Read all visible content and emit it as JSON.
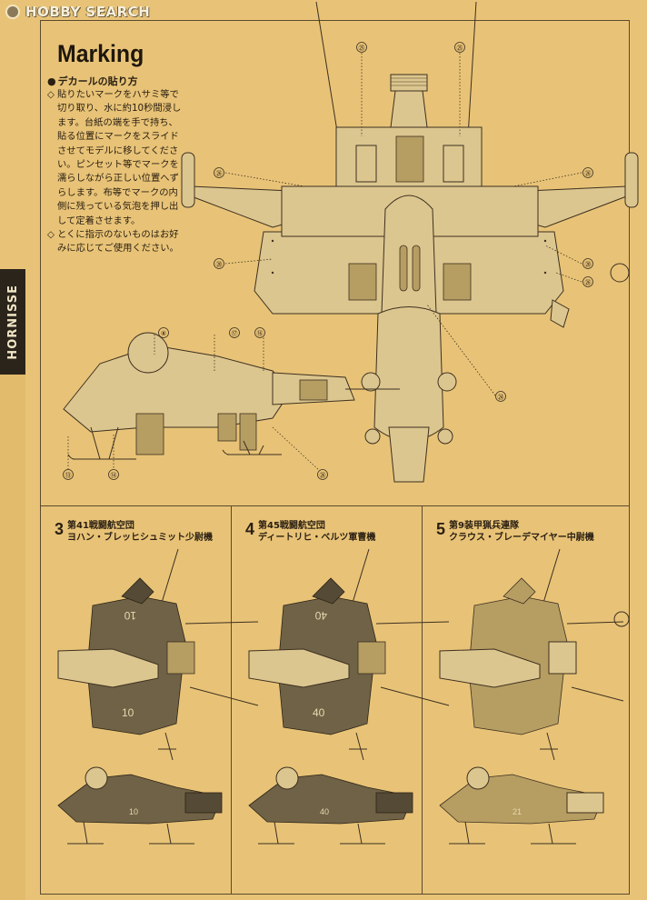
{
  "watermark": {
    "text": "HOBBY SEARCH"
  },
  "side_tab": {
    "label": "HORNISSE"
  },
  "marking": {
    "title": "Marking",
    "heading_bullet": "●",
    "heading": "デカールの貼り方",
    "items": [
      {
        "bullet": "◇",
        "text": "貼りたいマークをハサミ等で切り取り、水に約10秒間浸します。台紙の端を手で持ち、貼る位置にマークをスライドさせてモデルに移してください。ピンセット等でマークを濡らしながら正しい位置へずらします。布等でマークの内側に残っている気泡を押し出して定着させます。"
      },
      {
        "bullet": "◇",
        "text": "とくに指示のないものはお好みに応じてご使用ください。"
      }
    ]
  },
  "callouts": {
    "c8": "⑧",
    "c13": "⑬",
    "c14": "⑭",
    "c16": "⑯",
    "c17": "⑰",
    "c20a": "⑳",
    "c20b": "⑳",
    "c20c": "⑳",
    "c24": "㉔",
    "c25a": "㉕",
    "c25b": "㉕",
    "c26a": "㉖",
    "c26b": "㉖",
    "c26c": "㉖",
    "c26d": "㉖",
    "c26e": "㉖"
  },
  "variants": [
    {
      "number": "3",
      "unit": "第41戦闘航空団",
      "pilot": "ヨハン・ブレッヒシュミット少尉機",
      "hull": "10",
      "hull_top": "10"
    },
    {
      "number": "4",
      "unit": "第45戦闘航空団",
      "pilot": "ディートリヒ・ベルツ軍曹機",
      "hull": "40",
      "hull_top": "40"
    },
    {
      "number": "5",
      "unit": "第9装甲猟兵連隊",
      "pilot": "クラウス・ブレーデマイヤー中尉機",
      "hull": "21",
      "hull_top": ""
    }
  ],
  "colors": {
    "paper": "#e8c377",
    "ink": "#2a1f12",
    "tab": "#2a241b"
  }
}
